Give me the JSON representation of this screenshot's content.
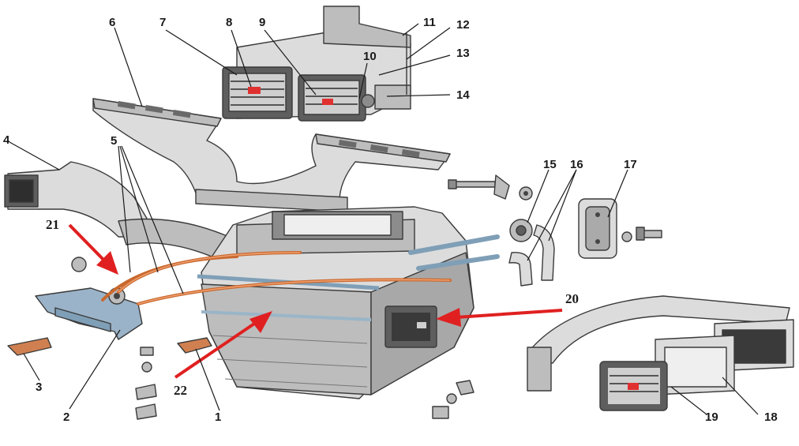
{
  "callouts": {
    "c1": "1",
    "c2": "2",
    "c3": "3",
    "c4": "4",
    "c5": "5",
    "c6": "6",
    "c7": "7",
    "c8": "8",
    "c9": "9",
    "c10": "10",
    "c11": "11",
    "c12": "12",
    "c13": "13",
    "c14": "14",
    "c15": "15",
    "c16": "16",
    "c17": "17",
    "c18": "18",
    "c19": "19",
    "c20": "20",
    "c21": "21",
    "c22": "22"
  },
  "colors": {
    "arrow": "#e02020",
    "cable": "#c9692f",
    "metal": "#bdbdbd"
  }
}
